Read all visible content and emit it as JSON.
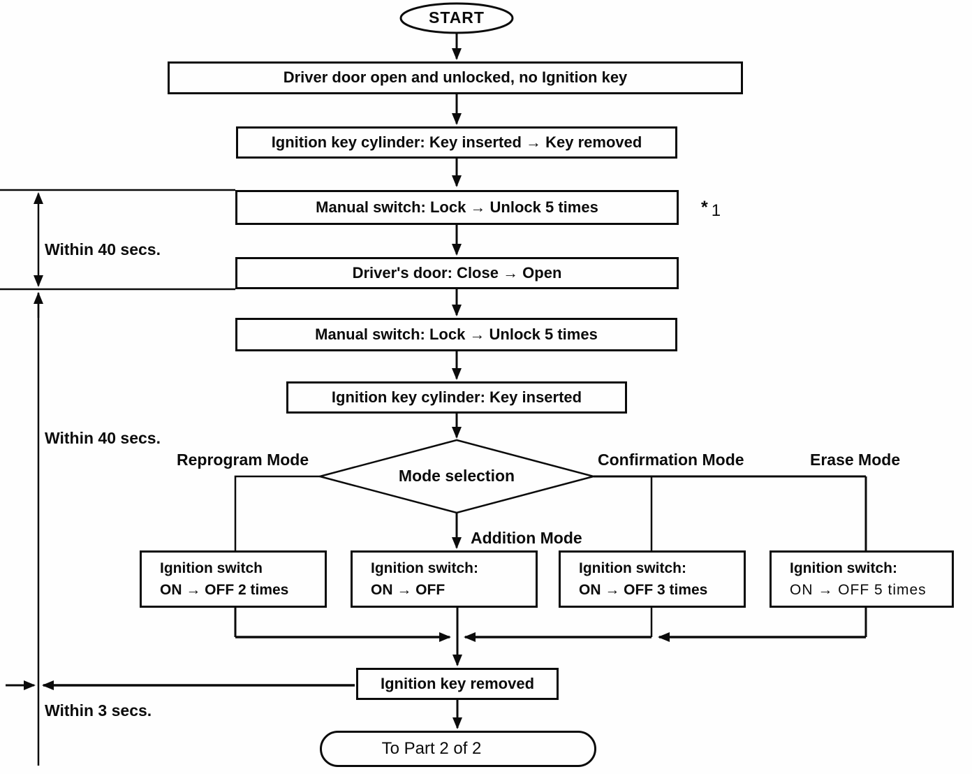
{
  "colors": {
    "ink": "#0b0b0b",
    "paper": "#fefefe"
  },
  "flow": {
    "start": "START",
    "steps": {
      "door_open": "Driver door open and unlocked, no Ignition key",
      "key_in_out": "Ignition key cylinder: Key inserted → Key removed",
      "manual_switch_1": "Manual switch: Lock → Unlock 5 times",
      "door_close_open": "Driver's door: Close → Open",
      "manual_switch_2": "Manual switch: Lock → Unlock 5 times",
      "key_inserted": "Ignition key cylinder: Key inserted",
      "decision": "Mode selection",
      "key_removed": "Ignition key removed",
      "end": "To Part 2 of 2"
    },
    "footnote": {
      "star": "*",
      "num": "1"
    },
    "branches": {
      "reprogram": "Reprogram Mode",
      "addition": "Addition Mode",
      "confirmation": "Confirmation Mode",
      "erase": "Erase Mode"
    },
    "mode_actions": [
      {
        "line1": "Ignition switch",
        "line2": "ON → OFF 2 times"
      },
      {
        "line1": "Ignition switch:",
        "line2": "ON → OFF"
      },
      {
        "line1": "Ignition switch:",
        "line2": "ON → OFF 3 times"
      },
      {
        "line1": "Ignition switch:",
        "line2": "ON → OFF 5 times"
      }
    ],
    "timers": {
      "t1": "Within 40 secs.",
      "t2": "Within 40 secs.",
      "t3": "Within 3 secs."
    }
  }
}
